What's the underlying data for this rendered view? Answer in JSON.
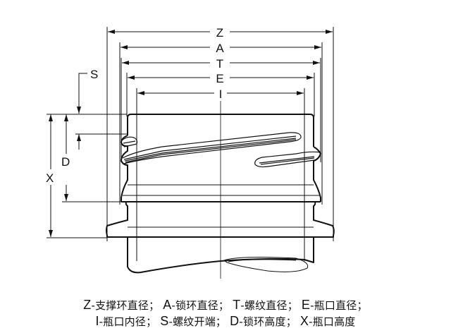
{
  "diagram": {
    "subject": "bottle neck finish dimension drawing",
    "dimension_labels": {
      "Z": "Z",
      "A": "A",
      "T": "T",
      "E": "E",
      "I": "I",
      "S": "S",
      "D": "D",
      "X": "X"
    },
    "colors": {
      "line": "#111111",
      "background": "#ffffff"
    }
  },
  "legend": {
    "line1": [
      {
        "key": "Z",
        "desc": "-支撑环直径；"
      },
      {
        "key": "A",
        "desc": "-锁环直径；"
      },
      {
        "key": "T",
        "desc": "-螺纹直径；"
      },
      {
        "key": "E",
        "desc": "-瓶口直径；"
      }
    ],
    "line2": [
      {
        "key": "I",
        "desc": "-瓶口内径；"
      },
      {
        "key": "S",
        "desc": "-螺纹开端；"
      },
      {
        "key": "D",
        "desc": "-锁环高度；"
      },
      {
        "key": "X",
        "desc": "-瓶口高度"
      }
    ]
  }
}
